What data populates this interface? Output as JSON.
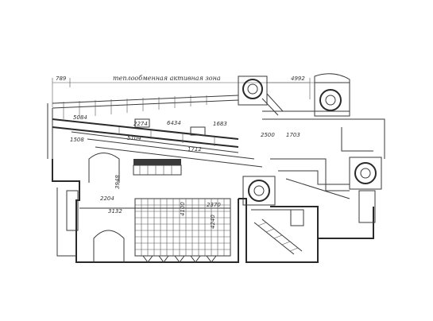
{
  "drawing": {
    "title": "теплообменная активная зона",
    "dimensions": {
      "d_top_left": "789",
      "d_top_right": "4992",
      "d_1": "5084",
      "d_2": "2274",
      "d_3": "6434",
      "d_4": "1683",
      "d_5": "1508",
      "d_6": "5104",
      "d_7": "1712",
      "d_8": "2500",
      "d_9": "1703",
      "d_10": "2204",
      "d_11": "3132",
      "d_12": "3948",
      "d_13": "4100",
      "d_14": "2370",
      "d_15": "4240"
    }
  }
}
